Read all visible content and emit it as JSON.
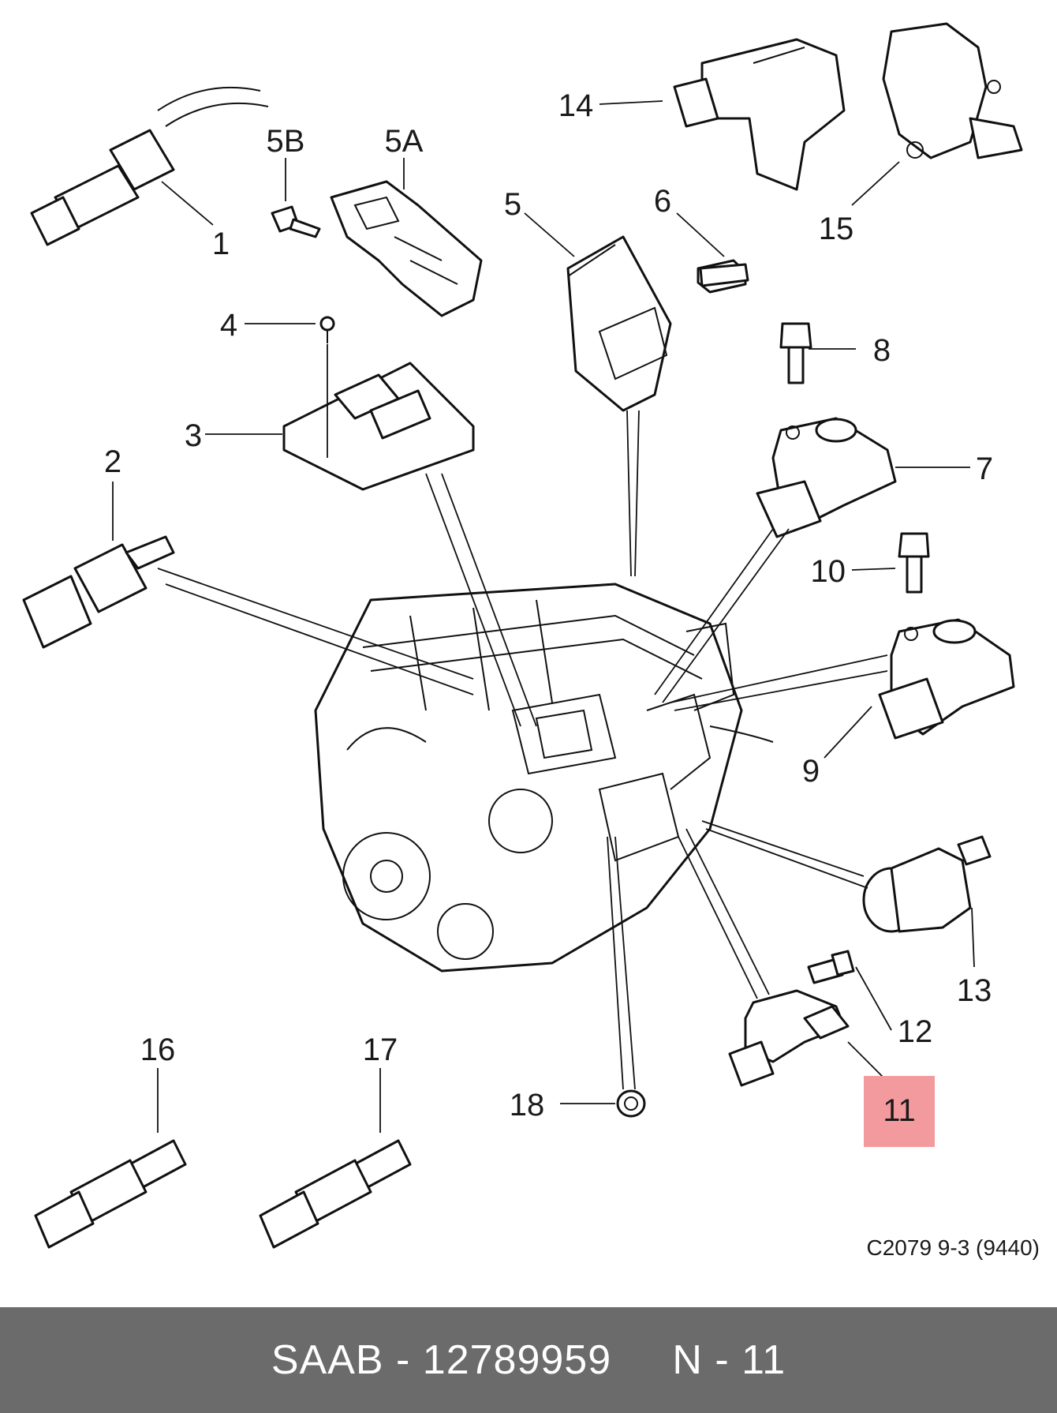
{
  "callouts": [
    "1",
    "2",
    "3",
    "4",
    "5",
    "5A",
    "5B",
    "6",
    "7",
    "8",
    "9",
    "10",
    "11",
    "12",
    "13",
    "14",
    "15",
    "16",
    "17",
    "18"
  ],
  "highlight_color": "#f29a9e",
  "reference": "C2079 9-3 (9440)",
  "footer": {
    "brand": "SAAB",
    "sep1": " - ",
    "part_number": "12789959",
    "gap": "     ",
    "position_prefix": "N",
    "sep2": " - ",
    "position": "11"
  }
}
